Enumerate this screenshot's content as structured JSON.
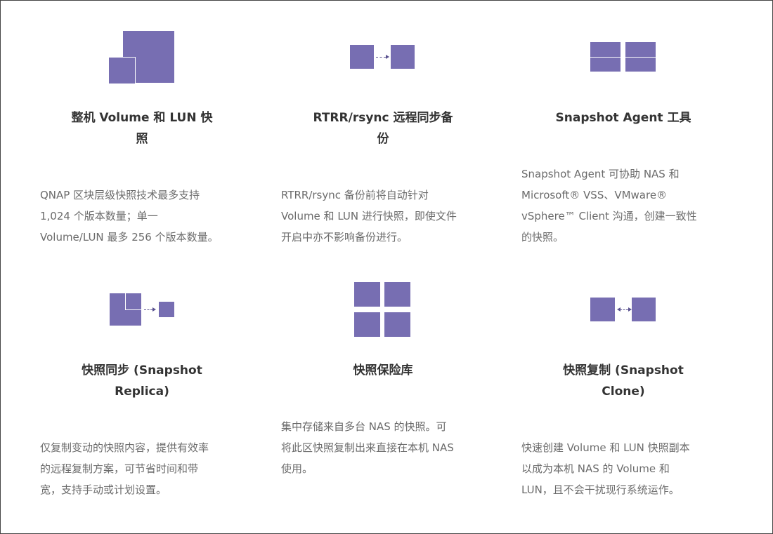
{
  "accent_color": "#776eb2",
  "features": [
    {
      "icon": "volume-lun-snapshot-icon",
      "title_lines": [
        "整机 Volume 和 LUN 快",
        "照"
      ],
      "desc_lines": [
        "QNAP 区块层级快照技术最多支持",
        "1,024 个版本数量；单一",
        "Volume/LUN 最多 256 个版本数量。"
      ]
    },
    {
      "icon": "remote-backup-icon",
      "title_lines": [
        "RTRR/rsync 远程同步备",
        "份"
      ],
      "desc_lines": [
        "RTRR/rsync 备份前将自动针对",
        "Volume 和 LUN 进行快照，即使文件",
        "开启中亦不影响备份进行。"
      ]
    },
    {
      "icon": "snapshot-agent-icon",
      "title_lines": [
        "Snapshot Agent 工具"
      ],
      "desc_lines": [
        "Snapshot Agent 可协助 NAS 和",
        "Microsoft® VSS、VMware®",
        "vSphere™ Client 沟通，创建一致性",
        "的快照。"
      ]
    },
    {
      "icon": "snapshot-replica-icon",
      "title_lines": [
        "快照同步 (Snapshot",
        "Replica)"
      ],
      "desc_lines": [
        "仅复制变动的快照内容，提供有效率",
        "的远程复制方案，可节省时间和带",
        "宽，支持手动或计划设置。"
      ]
    },
    {
      "icon": "snapshot-vault-icon",
      "title_lines": [
        "快照保险库"
      ],
      "desc_lines": [
        "集中存储来自多台 NAS 的快照。可",
        "将此区快照复制出来直接在本机 NAS",
        "使用。"
      ]
    },
    {
      "icon": "snapshot-clone-icon",
      "title_lines": [
        "快照复制 (Snapshot",
        "Clone)"
      ],
      "desc_lines": [
        "快速创建 Volume 和 LUN 快照副本",
        "以成为本机 NAS 的 Volume 和",
        "LUN，且不会干扰现行系统运作。"
      ]
    }
  ]
}
